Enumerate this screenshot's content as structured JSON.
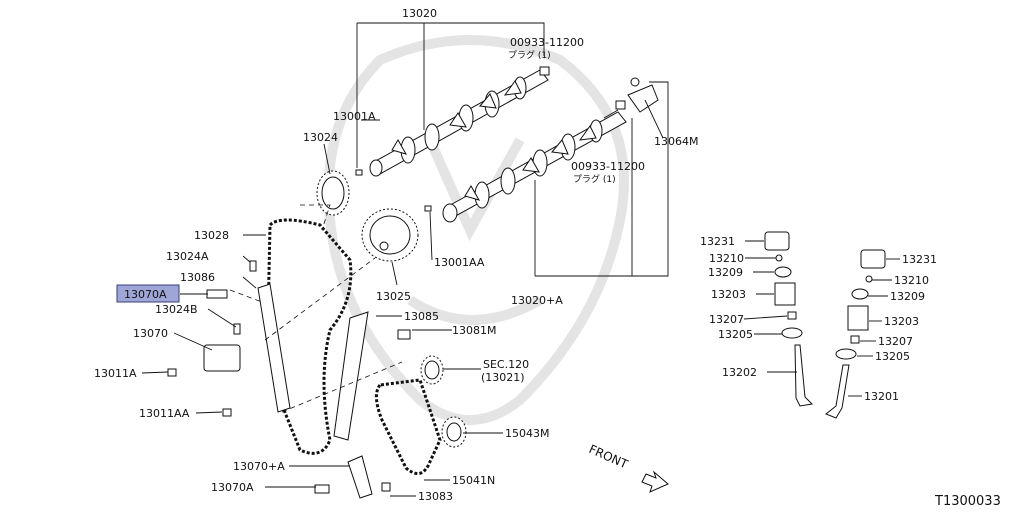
{
  "highlight_color": "#9ea6d8",
  "labels": {
    "l13020": "13020",
    "l0093a": "00933-11200",
    "lplugA": "プラグ (1)",
    "l13001A": "13001A",
    "l13024": "13024",
    "l13064M": "13064M",
    "l0093b": "00933-11200",
    "lplugB": "プラグ (1)",
    "l13028": "13028",
    "l13024A": "13024A",
    "l13086": "13086",
    "l13070A_hl": "13070A",
    "l13024B": "13024B",
    "l13070": "13070",
    "l13011A": "13011A",
    "l13011AA": "13011AA",
    "l13025": "13025",
    "l13001AA": "13001AA",
    "l13020A": "13020+A",
    "l13085": "13085",
    "l13081M": "13081M",
    "lsec120": "SEC.120",
    "l13021": "(13021)",
    "l15043M": "15043M",
    "l13070pA": "13070+A",
    "l15041N": "15041N",
    "l13070A2": "13070A",
    "l13083": "13083",
    "front": "FRONT",
    "v13231L": "13231",
    "v13210L": "13210",
    "v13209L": "13209",
    "v13203L": "13203",
    "v13207L": "13207",
    "v13205L": "13205",
    "v13202": "13202",
    "v13231R": "13231",
    "v13210R": "13210",
    "v13209R": "13209",
    "v13203R": "13203",
    "v13207R": "13207",
    "v13205R": "13205",
    "v13201": "13201",
    "diagram_id": "T1300033"
  }
}
